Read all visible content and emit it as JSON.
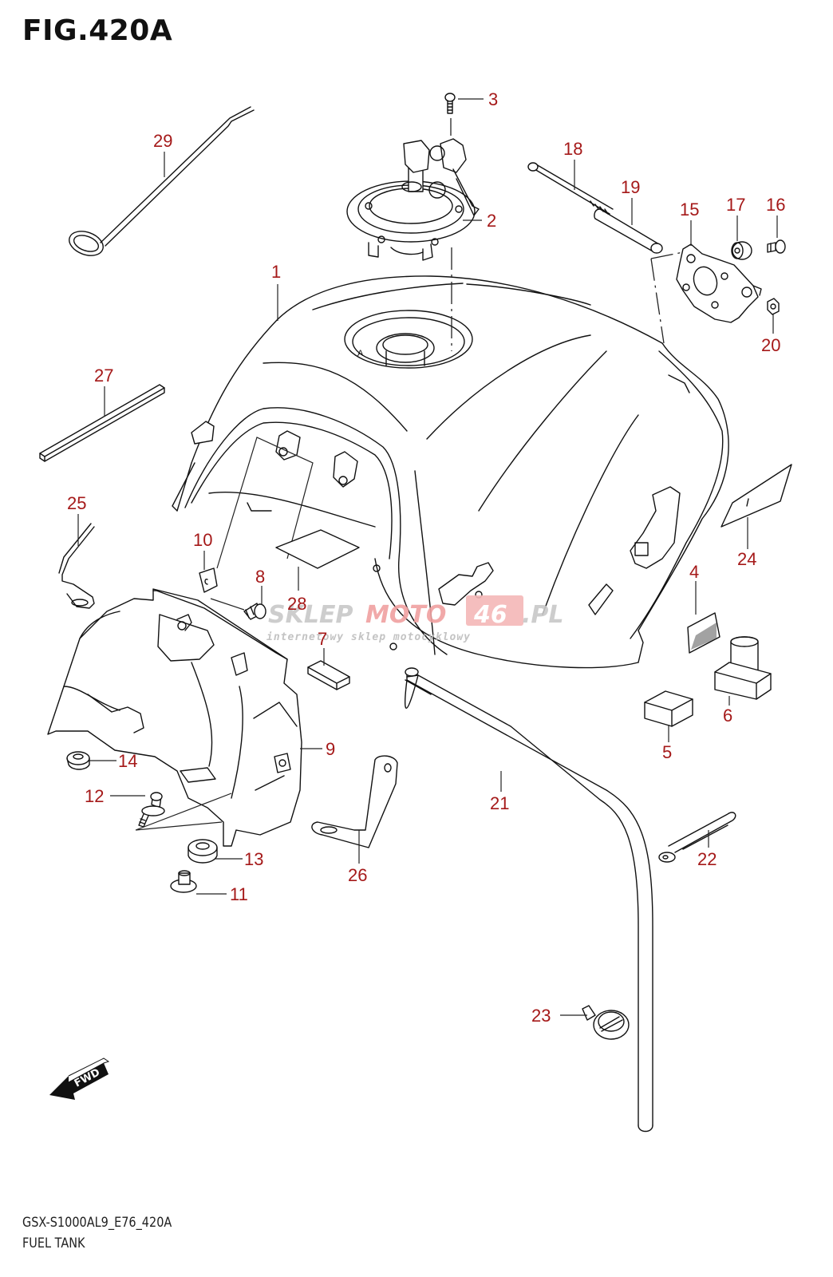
{
  "figure": {
    "title": "FIG.420A",
    "model_code": "GSX-S1000AL9_E76_420A",
    "section_name": "FUEL TANK"
  },
  "colors": {
    "callout": "#a51919",
    "line": "#111111",
    "watermark_gray": "#c8c8c8",
    "watermark_red": "#f0a0a0",
    "watermark_box": "#f5b8b8"
  },
  "watermark": {
    "part1": "SKLEP",
    "part2": "MOTO",
    "part3": "46",
    "part4": ".PL",
    "tagline": "internetowy sklep motocyklowy"
  },
  "direction_marker": {
    "label": "FWD",
    "icon": "arrow-forward-icon"
  },
  "callouts": [
    {
      "number": "1",
      "part": "fuel-tank"
    },
    {
      "number": "2",
      "part": "fuel-cap-assembly"
    },
    {
      "number": "3",
      "part": "cap-screw"
    },
    {
      "number": "4",
      "part": "heat-insulator-pad"
    },
    {
      "number": "5",
      "part": "cushion-block"
    },
    {
      "number": "6",
      "part": "rubber-mount"
    },
    {
      "number": "7",
      "part": "cushion-pad"
    },
    {
      "number": "8",
      "part": "bolt"
    },
    {
      "number": "9",
      "part": "tank-bracket-cover"
    },
    {
      "number": "10",
      "part": "label-clip"
    },
    {
      "number": "11",
      "part": "collar"
    },
    {
      "number": "12",
      "part": "bolt-with-washer"
    },
    {
      "number": "13",
      "part": "grommet"
    },
    {
      "number": "14",
      "part": "cushion"
    },
    {
      "number": "15",
      "part": "rear-bracket"
    },
    {
      "number": "16",
      "part": "bolt"
    },
    {
      "number": "17",
      "part": "damper"
    },
    {
      "number": "18",
      "part": "long-bolt"
    },
    {
      "number": "19",
      "part": "spacer-collar"
    },
    {
      "number": "20",
      "part": "nut"
    },
    {
      "number": "21",
      "part": "breather-hose"
    },
    {
      "number": "22",
      "part": "clamp-strap"
    },
    {
      "number": "23",
      "part": "hose-clip"
    },
    {
      "number": "24",
      "part": "caution-label"
    },
    {
      "number": "25",
      "part": "support-bracket"
    },
    {
      "number": "26",
      "part": "hose-bracket"
    },
    {
      "number": "27",
      "part": "trim-strip"
    },
    {
      "number": "28",
      "part": "label"
    },
    {
      "number": "29",
      "part": "prop-rod"
    }
  ]
}
